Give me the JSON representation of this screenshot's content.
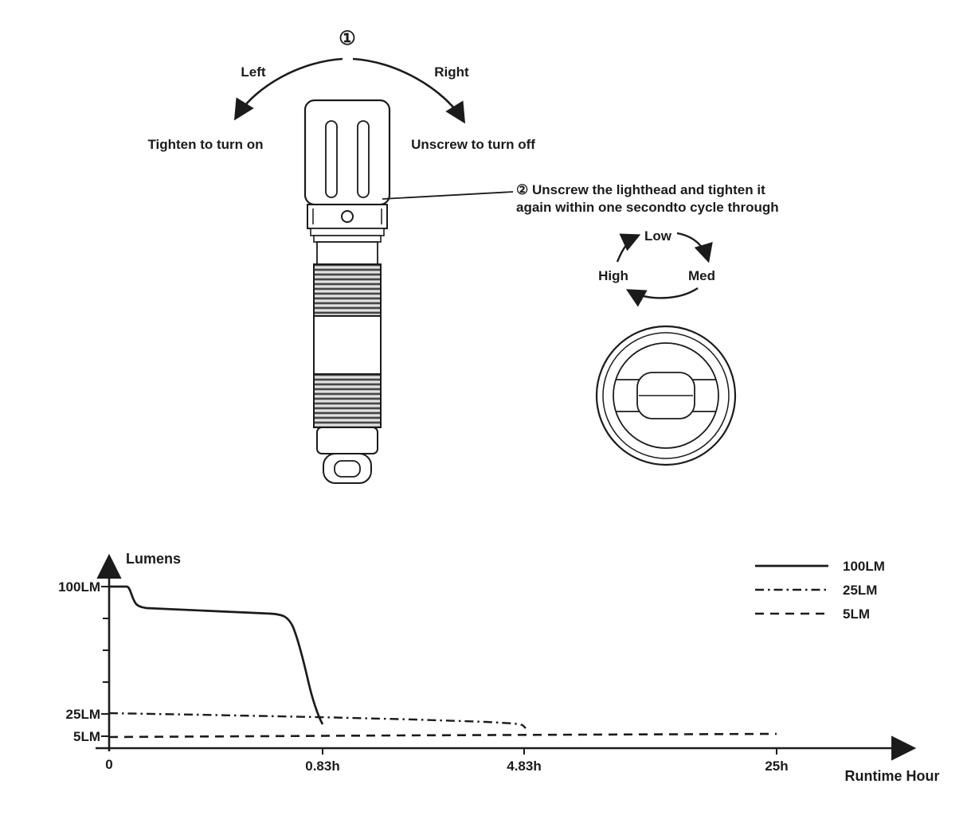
{
  "meta": {
    "background": "#ffffff",
    "ink_color": "#1b1b1b",
    "knurl_dark": "#474747",
    "knurl_light": "#e2e2e2"
  },
  "instructions": {
    "step1_badge": "①",
    "left_label": "Left",
    "right_label": "Right",
    "tighten_label": "Tighten to turn on",
    "unscrew_label": "Unscrew to turn off",
    "step2_line1": "② Unscrew the lighthead and tighten it",
    "step2_line2": "again within one secondto cycle through",
    "modes": {
      "low": "Low",
      "med": "Med",
      "high": "High"
    }
  },
  "chart_data": {
    "type": "line",
    "title": "",
    "ylabel": "Lumens",
    "xlabel": "Runtime Hour",
    "x_tick_labels": [
      "0",
      "0.83h",
      "4.83h",
      "25h"
    ],
    "y_tick_labels": [
      "100LM",
      "25LM",
      "5LM"
    ],
    "series": [
      {
        "name": "100LM",
        "line_style": "solid",
        "x_hours": [
          0,
          0.05,
          0.12,
          0.7,
          0.83
        ],
        "lumens": [
          100,
          100,
          87,
          84,
          22
        ]
      },
      {
        "name": "25LM",
        "line_style": "dash-dot",
        "x_hours": [
          0,
          3.5,
          4.5,
          4.83
        ],
        "lumens": [
          25,
          24,
          22,
          19
        ]
      },
      {
        "name": "5LM",
        "line_style": "dashed",
        "x_hours": [
          0,
          25
        ],
        "lumens": [
          5,
          5
        ]
      }
    ],
    "legend": {
      "position": "top-right",
      "entries": [
        "100LM",
        "25LM",
        "5LM"
      ]
    },
    "layout": {
      "grid": "off",
      "x_axis_spacing": "non-linear as drawn",
      "runtime_marks_hours": [
        0.83,
        4.83,
        25
      ]
    }
  }
}
